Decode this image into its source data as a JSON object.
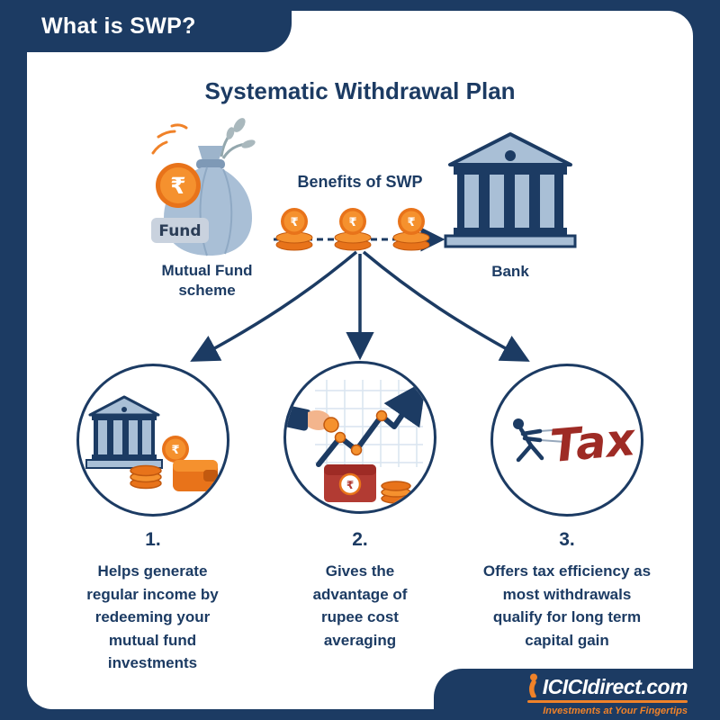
{
  "colors": {
    "navy": "#1c3b63",
    "steel_blue": "#a9bfd6",
    "orange": "#f08229",
    "orange_dark": "#e8731a",
    "maroon": "#9e2b25",
    "white": "#ffffff"
  },
  "header": {
    "title": "What is SWP?"
  },
  "main": {
    "title": "Systematic Withdrawal Plan",
    "diagram": {
      "rupee": "₹",
      "fund_label": "Fund",
      "mutual_fund_caption": "Mutual Fund scheme",
      "benefits_label": "Benefits of SWP",
      "bank_caption": "Bank"
    },
    "tax_word": "Tax",
    "benefits": [
      {
        "number": "1.",
        "text": "Helps generate regular income by redeeming your mutual fund investments"
      },
      {
        "number": "2.",
        "text": "Gives the advantage of rupee cost averaging"
      },
      {
        "number": "3.",
        "text": "Offers tax efficiency as most withdrawals qualify for long term capital gain"
      }
    ]
  },
  "footer": {
    "logo_text": "ICICIdirect.com",
    "tagline": "Investments at Your Fingertips"
  }
}
